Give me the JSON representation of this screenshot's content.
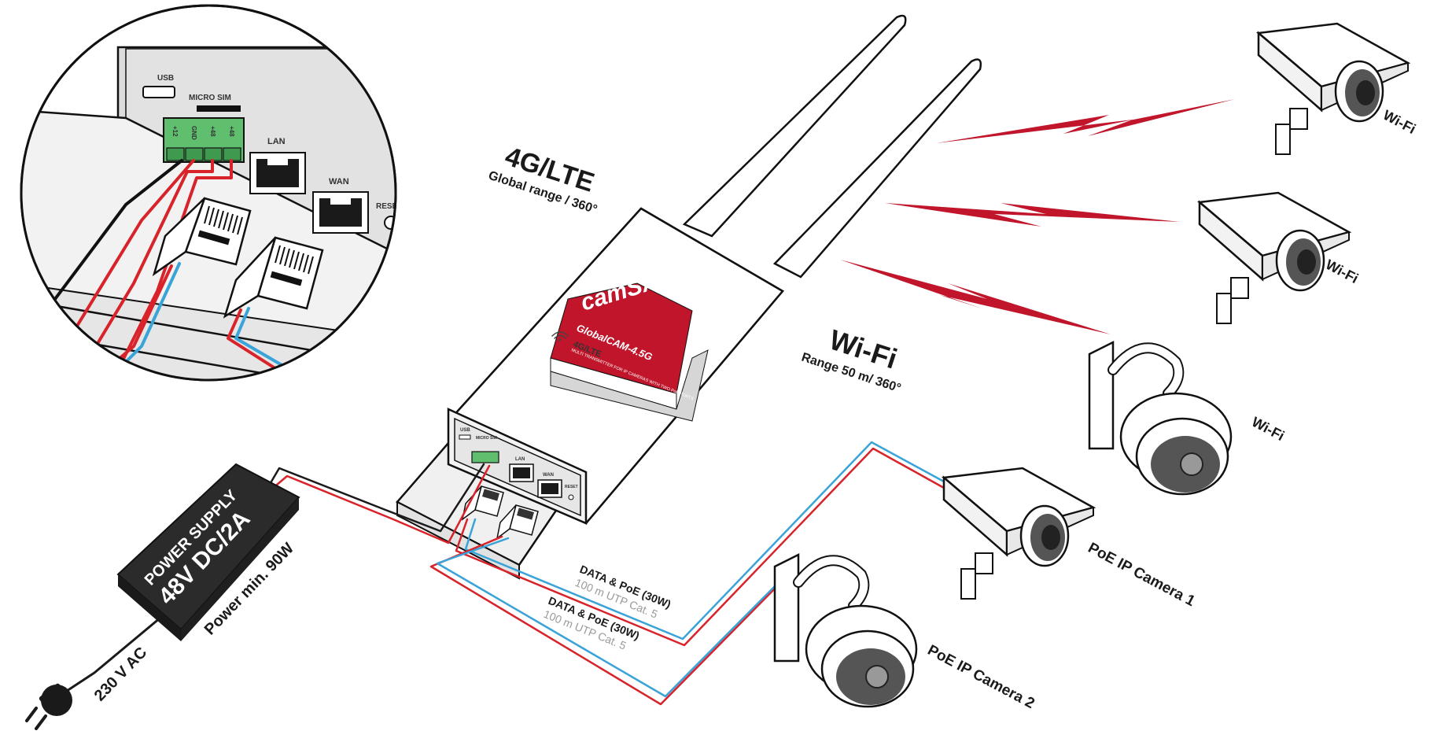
{
  "colors": {
    "red": "#d8232a",
    "blue": "#3aa3d8",
    "black": "#1a1a1a",
    "lightning": "#c0152a",
    "green": "#5fbf6f",
    "device": "#f6f6f6",
    "supply": "#2b2b2b"
  },
  "labels": {
    "lte_title": "4G/LTE",
    "lte_sub": "Global range / 360°",
    "wifi_title": "Wi-Fi",
    "wifi_sub": "Range 50 m/ 360°",
    "cam_wifi_1": "Wi-Fi",
    "cam_wifi_2": "Wi-Fi",
    "cam_wifi_3": "Wi-Fi",
    "poe_cam_1": "PoE IP Camera 1",
    "poe_cam_2": "PoE IP Camera 2",
    "data_poe_1": "DATA & PoE (30W)",
    "cable_1": "100 m UTP Cat. 5",
    "data_poe_2": "DATA & PoE (30W)",
    "cable_2": "100 m UTP Cat. 5",
    "ac": "230 V AC"
  },
  "power_supply": {
    "line1": "POWER SUPPLY",
    "line2": "48V DC/2A",
    "line3": "Power min. 90W"
  },
  "device": {
    "brand": "camSAT",
    "model": "GlobalCAM-4.5G",
    "tagline": "MULTI TRANSMITTER FOR IP CAMERAS WITH TWO PoE PORTS",
    "network": "4G/LTE"
  },
  "ports": {
    "usb": "USB",
    "micro_sim": "MICRO SIM",
    "lan": "LAN",
    "wan": "WAN",
    "reset": "RESET",
    "pin_12": "+12",
    "pin_gnd": "GND",
    "pin_48a": "+48",
    "pin_48b": "+48"
  },
  "icons": [
    "plug-icon",
    "antenna-icon",
    "lightning-icon",
    "bullet-camera-icon",
    "dome-camera-icon",
    "rj45-connector-icon",
    "wifi-icon"
  ]
}
